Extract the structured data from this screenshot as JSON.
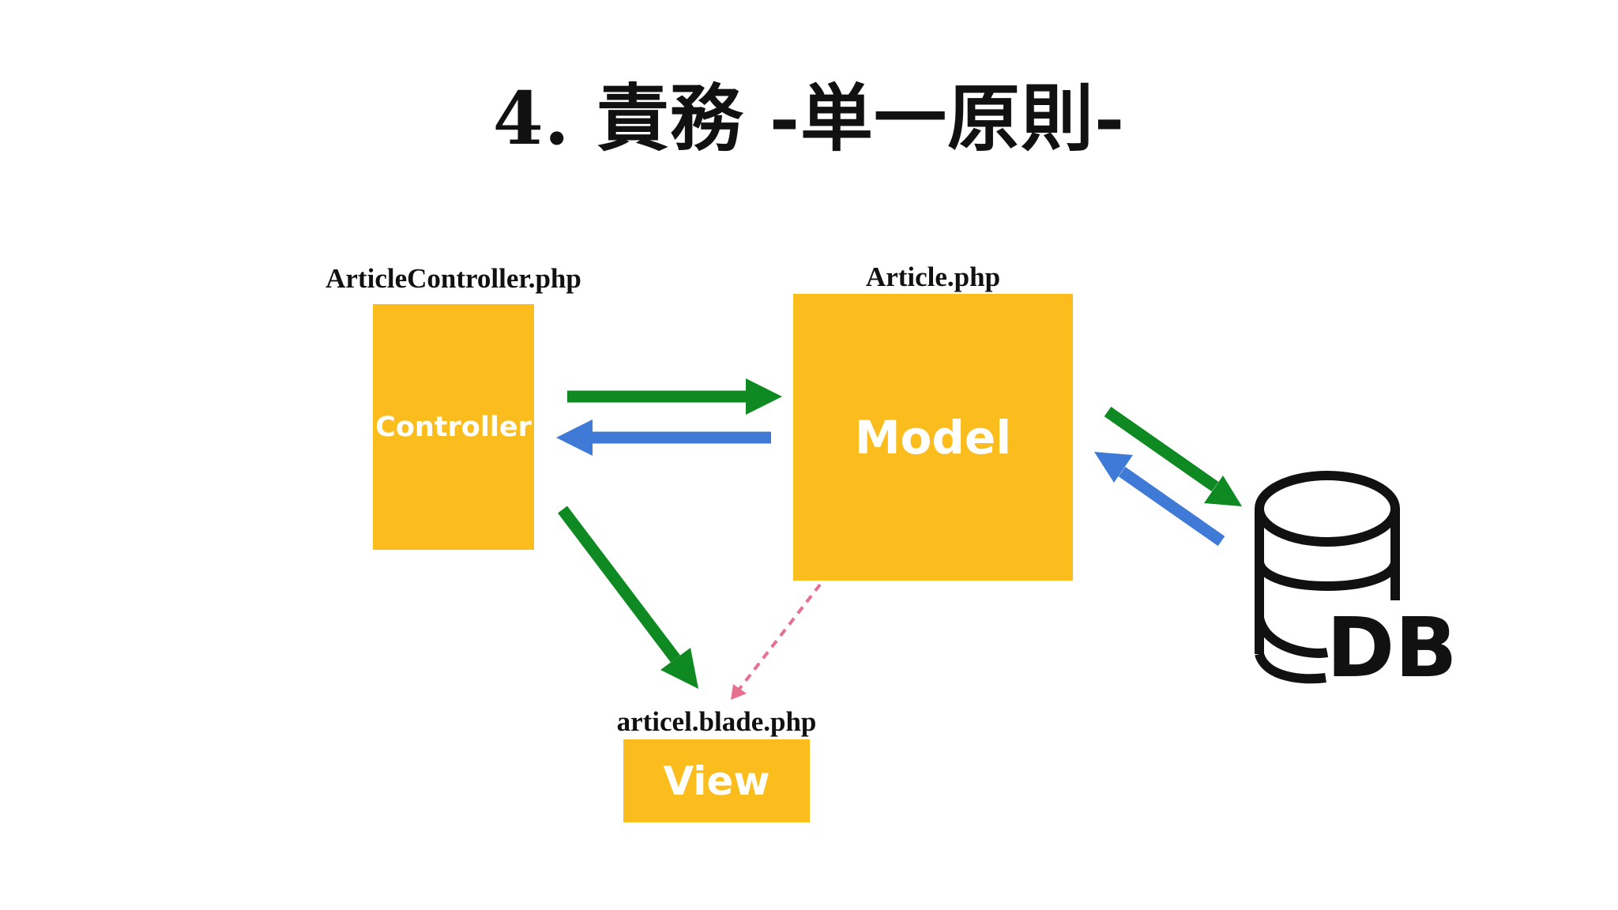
{
  "title": "4. 責務 -単一原則-",
  "controller": {
    "file": "ArticleController.php",
    "label": "Controller"
  },
  "model": {
    "file": "Article.php",
    "label": "Model"
  },
  "view": {
    "file": "articel.blade.php",
    "label": "View"
  },
  "db": {
    "label": "DB"
  },
  "colors": {
    "box": "#fbbd1e",
    "request_arrow": "#0f8a22",
    "response_arrow": "#3f7ad6",
    "reference_arrow": "#e8708f",
    "text": "#111111"
  }
}
